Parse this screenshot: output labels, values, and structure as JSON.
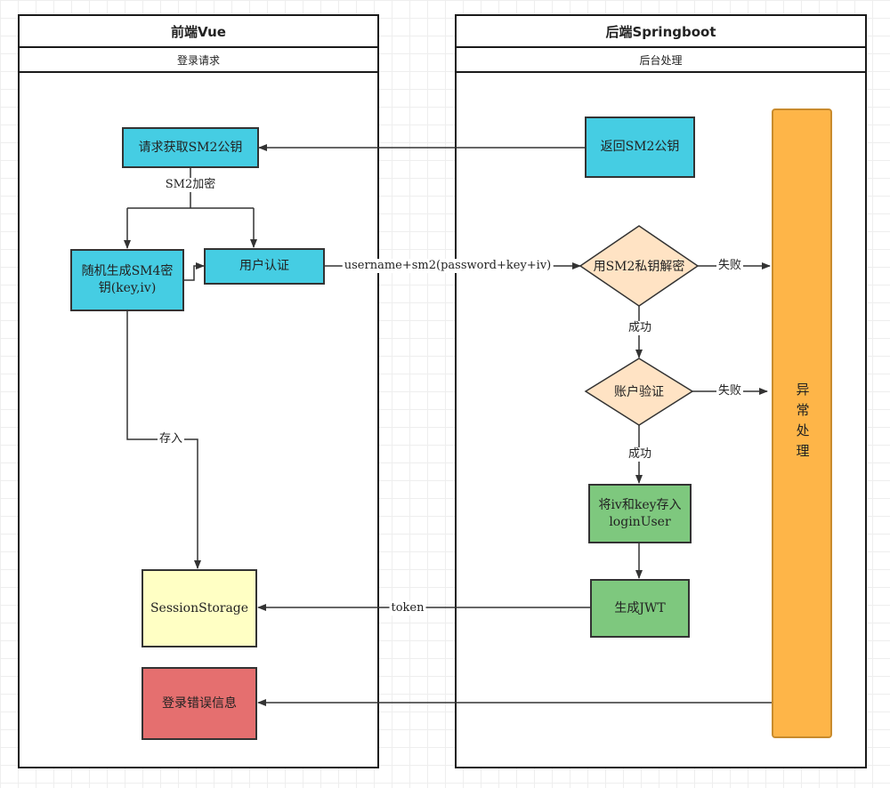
{
  "lanes": {
    "frontend": {
      "title": "前端Vue",
      "subtitle": "登录请求"
    },
    "backend": {
      "title": "后端Springboot",
      "subtitle": "后台处理"
    }
  },
  "nodes": {
    "request_pubkey": "请求获取SM2公钥",
    "random_sm4": "随机生成SM4密钥(key,iv)",
    "user_auth": "用户认证",
    "session_storage": "SessionStorage",
    "login_error": "登录错误信息",
    "return_pubkey": "返回SM2公钥",
    "decrypt": "用SM2私钥解密",
    "account_verify": "账户验证",
    "store_login_user": "将iv和key存入loginUser",
    "generate_jwt": "生成JWT",
    "exception_handling": "异常处理"
  },
  "edge_labels": {
    "sm2_encrypt": "SM2加密",
    "store_in": "存入",
    "payload": "username+sm2(password+key+iv)",
    "fail_1": "失败",
    "fail_2": "失败",
    "success_1": "成功",
    "success_2": "成功",
    "token": "token"
  },
  "colors": {
    "cyan": "#45cde3",
    "peach": "#ffe3c4",
    "green": "#7ec87e",
    "yellow": "#ffffc4",
    "red": "#e56f6f",
    "orange": "#feb548"
  }
}
